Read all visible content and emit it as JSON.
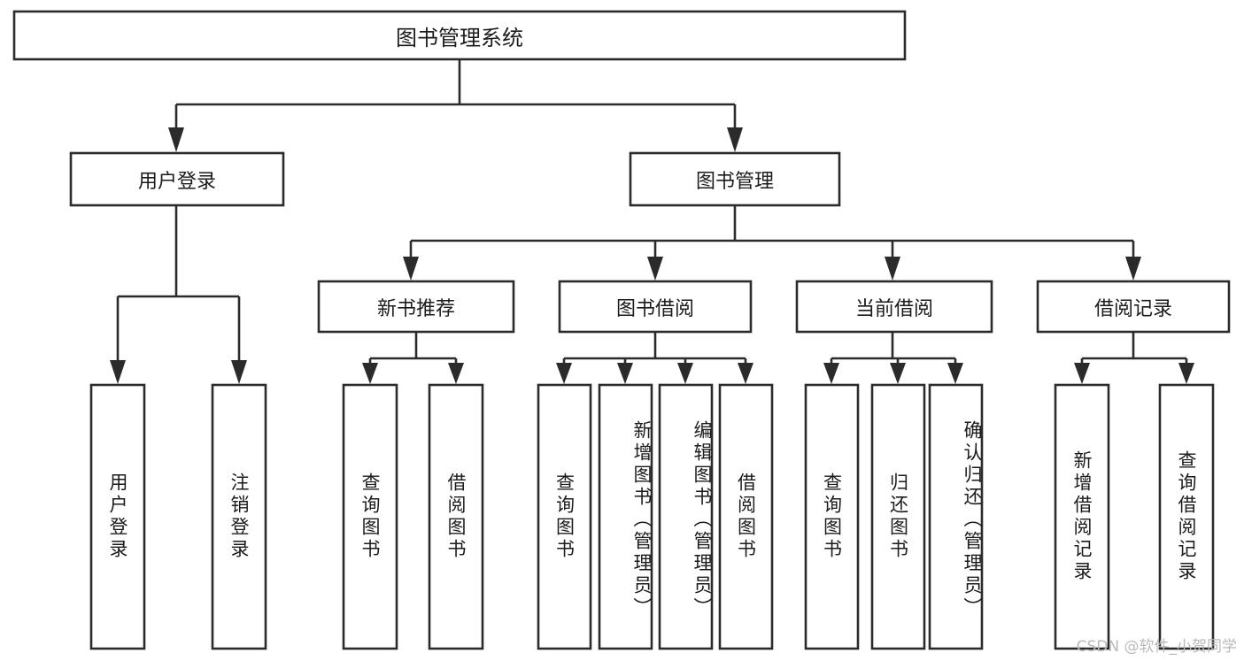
{
  "diagram": {
    "type": "tree",
    "title": "图书管理系统",
    "orientation": "top-down",
    "colors": {
      "stroke": "#2b2b2b",
      "fill": "#ffffff",
      "text": "#1b1b1b",
      "background": "#ffffff",
      "watermark": "#b9b9b9"
    }
  },
  "root": {
    "label": "图书管理系统"
  },
  "level2": {
    "user_login": {
      "label": "用户登录"
    },
    "book_manage": {
      "label": "图书管理"
    }
  },
  "level3": {
    "new_book_recommend": {
      "label": "新书推荐"
    },
    "book_borrow": {
      "label": "图书借阅"
    },
    "current_borrow": {
      "label": "当前借阅"
    },
    "borrow_record": {
      "label": "借阅记录"
    }
  },
  "leaves": {
    "user_login": [
      {
        "label": "用户登录"
      },
      {
        "label": "注销登录"
      }
    ],
    "new_book_recommend": [
      {
        "label": "查询图书"
      },
      {
        "label": "借阅图书"
      }
    ],
    "book_borrow": [
      {
        "label": "查询图书"
      },
      {
        "label": "新增图书（管理员）"
      },
      {
        "label": "编辑图书（管理员）"
      },
      {
        "label": "借阅图书"
      }
    ],
    "current_borrow": [
      {
        "label": "查询图书"
      },
      {
        "label": "归还图书"
      },
      {
        "label": "确认归还（管理员）"
      }
    ],
    "borrow_record": [
      {
        "label": "新增借阅记录"
      },
      {
        "label": "查询借阅记录"
      }
    ]
  },
  "watermark": {
    "text": "CSDN @软件_小贺同学"
  }
}
